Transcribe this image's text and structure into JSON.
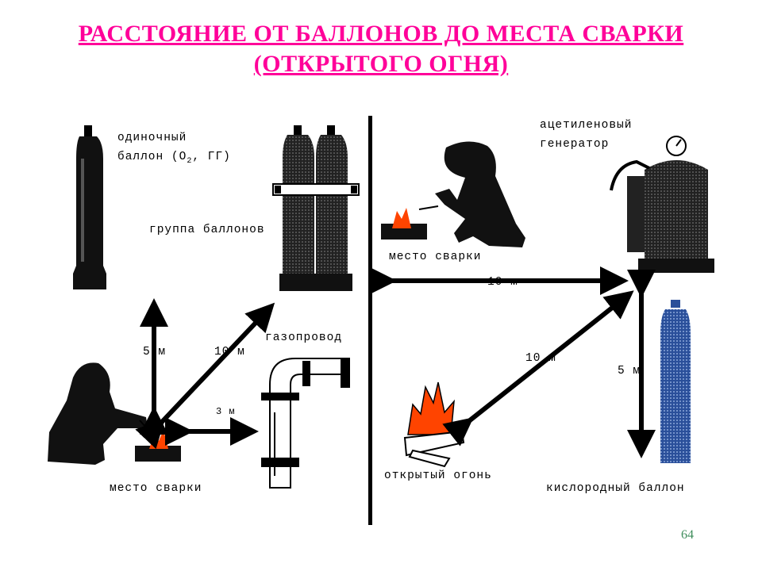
{
  "title": {
    "line1": "РАССТОЯНИЕ ОТ БАЛЛОНОВ ДО МЕСТА СВАРКИ",
    "line2": "(ОТКРЫТОГО ОГНЯ)"
  },
  "left_panel": {
    "single_cylinder_line1": "одиночный",
    "single_cylinder_line2_prefix": "баллон (О",
    "single_cylinder_sub": "2",
    "single_cylinder_line2_suffix": ", ГГ)",
    "cylinder_group": "группа баллонов",
    "gas_pipeline": "газопровод",
    "welding_site": "место сварки",
    "dist_vertical": "5 м",
    "dist_diagonal": "10 м",
    "dist_pipe": "3 м"
  },
  "right_panel": {
    "acetylene_line1": "ацетиленовый",
    "acetylene_line2": "генератор",
    "welding_site": "место сварки",
    "open_fire": "открытый огонь",
    "oxygen_cylinder": "кислородный баллон",
    "dist_horizontal": "10 м",
    "dist_diagonal": "10 м",
    "dist_vertical": "5 м"
  },
  "page_number": "64",
  "colors": {
    "title": "#ff0099",
    "page_number": "#3d8c5a",
    "flame": "#ff4400",
    "oxygen_cylinder": "#3a66b8"
  }
}
